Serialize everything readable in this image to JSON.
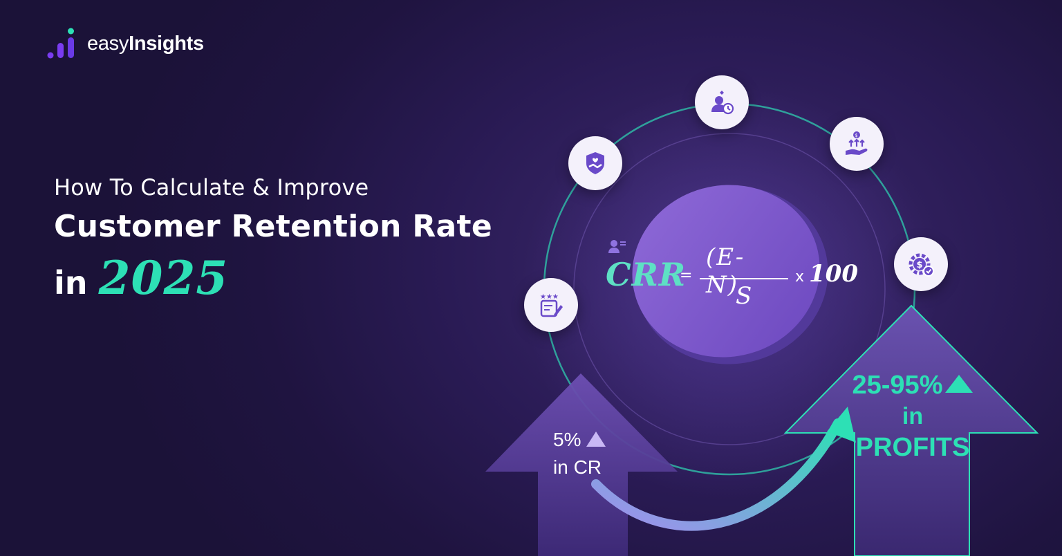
{
  "brand": {
    "logo_prefix": "easy",
    "logo_suffix": "Insights"
  },
  "headline": {
    "pre": "How To Calculate & Improve",
    "main": "Customer Retention Rate",
    "in_word": "in",
    "year": "2025"
  },
  "formula": {
    "lhs": "CRR",
    "equals": "=",
    "numerator": "(E-N)",
    "denominator": "S",
    "times": "x",
    "multiplier": "100"
  },
  "stats": {
    "left_value": "5%",
    "left_label": "in CR",
    "right_value": "25-95%",
    "right_in": "in",
    "right_label": "PROFITS"
  },
  "icons": [
    "rating-notes-icon",
    "handshake-shield-icon",
    "loyal-customer-icon",
    "money-growth-hand-icon",
    "dollar-gear-icon",
    "customer-list-icon"
  ],
  "colors": {
    "background": "#1f1440",
    "accent_teal": "#2de0b5",
    "accent_purple": "#8a63d2",
    "text": "#ffffff"
  }
}
